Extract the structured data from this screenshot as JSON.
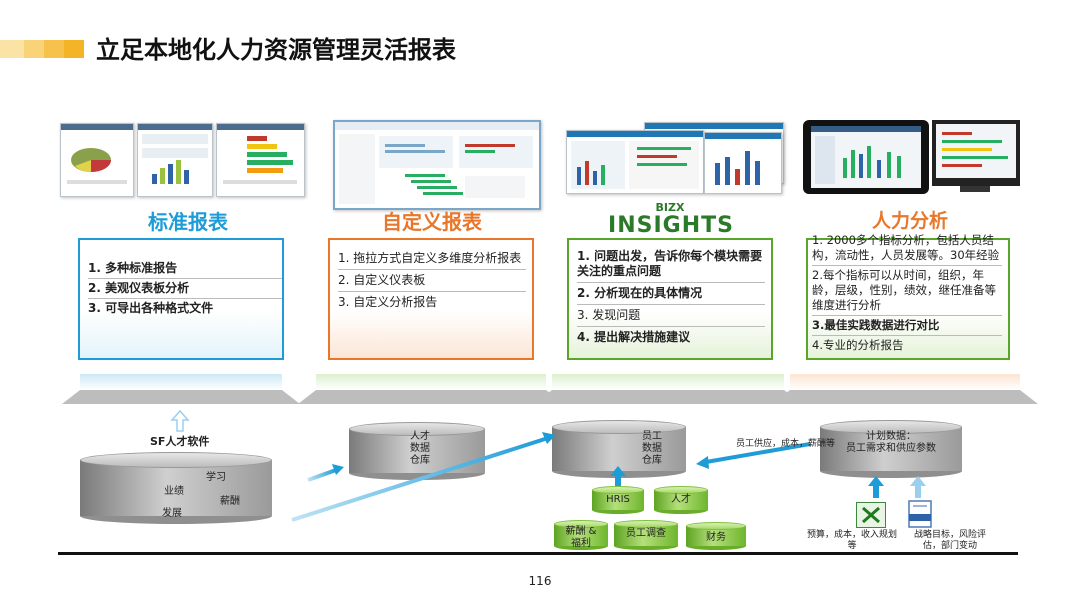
{
  "title": "立足本地化人力资源管理灵活报表",
  "colors": {
    "accent_yellow": "#f3b428",
    "blue": "#1e9cd7",
    "orange": "#e8762b",
    "green": "#5aa62b"
  },
  "columns": [
    {
      "heading": "标准报表",
      "items": [
        "1.  多种标准报告",
        "2.  美观仪表板分析",
        "3.  可导出各种格式文件"
      ]
    },
    {
      "heading": "自定义报表",
      "items": [
        "1.  拖拉方式自定义多维度分析报表",
        "2.  自定义仪表板",
        "3.  自定义分析报告"
      ]
    },
    {
      "heading_top": "BIZX",
      "heading": "INSIGHTS",
      "items": [
        "1.  问题出发，告诉你每个模块需要关注的重点问题",
        "2.  分析现在的具体情况",
        "3.  发现问题",
        "4.  提出解决措施建议"
      ]
    },
    {
      "heading": "人力分析",
      "items": [
        "1. 2000多个指标分析，包括人员结构，流动性，人员发展等。30年经验",
        "2.每个指标可以从时间，组织，年龄，层级，性别，绩效，继任准备等维度进行分析",
        "3.最佳实践数据进行对比",
        "4.专业的分析报告"
      ]
    }
  ],
  "sf": {
    "label": "SF人才软件",
    "modules": [
      "学习",
      "业绩",
      "薪酬",
      "发展"
    ]
  },
  "talent_db": "人才\n数据\n仓库",
  "employee_db": "员工\n数据\n仓库",
  "sources": [
    "HRIS",
    "人才",
    "薪酬 &\n福利",
    "员工调查",
    "财务"
  ],
  "supply_label": "员工供应，成本，薪酬等",
  "plan": {
    "title": "计划数据：",
    "subtitle": "员工需求和供应参数"
  },
  "icons_captions": [
    "预算，成本，收入规划等",
    "战略目标，风险评估，部门变动"
  ],
  "page_number": "116"
}
